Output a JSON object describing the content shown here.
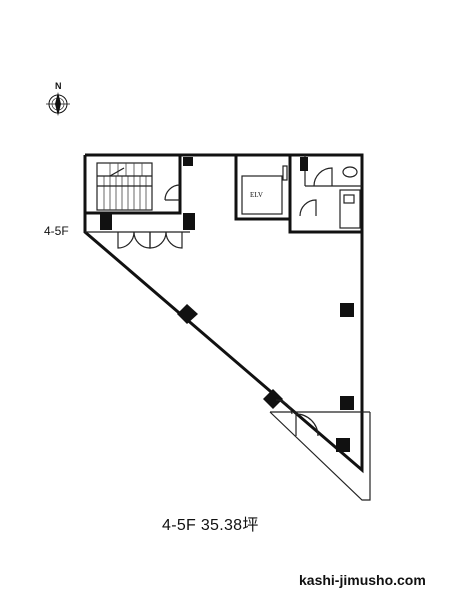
{
  "north_label": "N",
  "floor_side_label": "4-5F",
  "elevator_label": "ELV",
  "area_caption": "4-5F 35.38坪",
  "site_credit": "kashi-jimusho.com",
  "icons": [
    "compass-icon"
  ],
  "colors": {
    "ink": "#111111",
    "background": "#ffffff"
  }
}
